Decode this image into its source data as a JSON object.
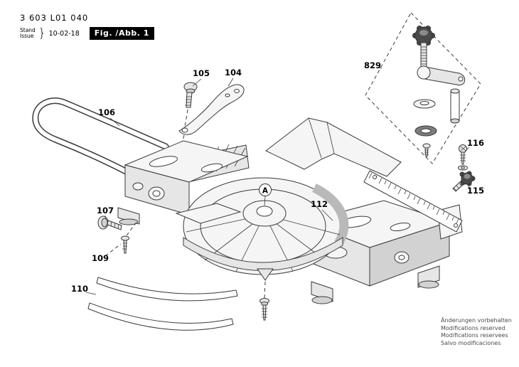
{
  "meta": {
    "part_number": "3 603 L01 040",
    "stand_label": "Stand",
    "issue_label": "Issue",
    "brace": "}",
    "date": "10-02-18",
    "figure_label": "Fig. /Abb. 1"
  },
  "callouts": {
    "c105": "105",
    "c104": "104",
    "c106": "106",
    "c829": "829",
    "c116": "116",
    "c115": "115",
    "c112": "112",
    "c107": "107",
    "c109": "109",
    "c110": "110"
  },
  "detail": {
    "marker": "A"
  },
  "footer": {
    "line1": "Änderungen vorbehalten",
    "line2": "Modifications reserved",
    "line3": "Modifications reservees",
    "line4": "Salvo modificaciones"
  },
  "colors": {
    "line": "#3a3a3a",
    "badge_bg": "#000000",
    "badge_fg": "#ffffff",
    "fill_light": "#f5f5f5",
    "fill_mid": "#e6e6e6"
  }
}
